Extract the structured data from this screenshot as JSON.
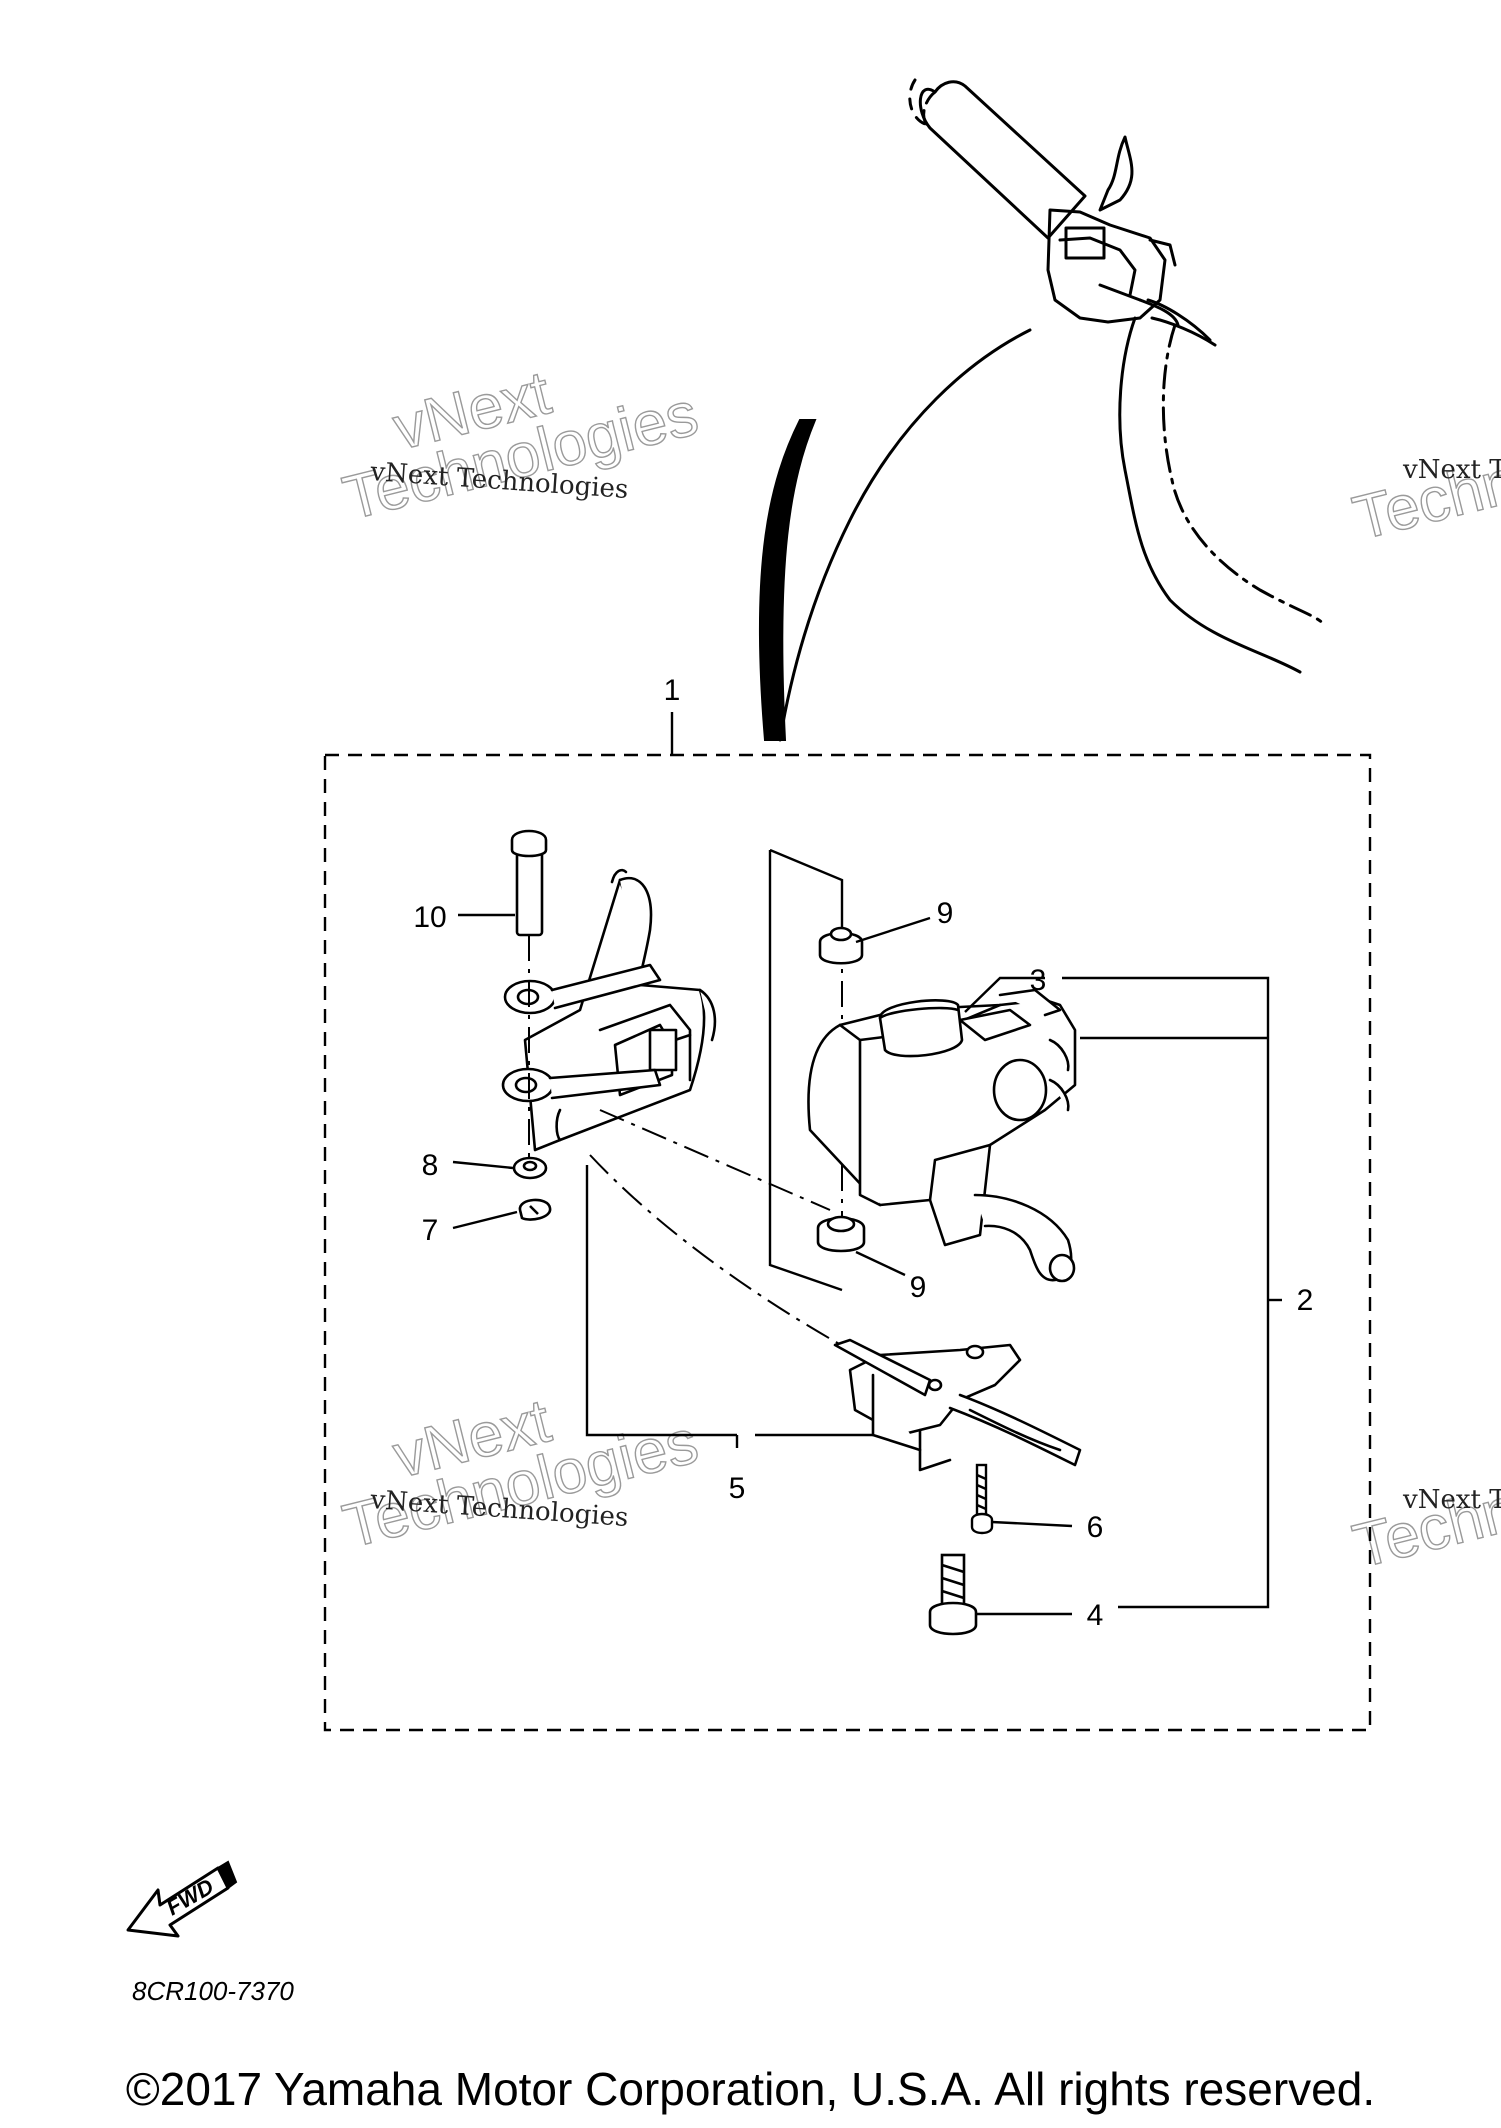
{
  "watermark": {
    "line": "vNext Technologies",
    "outline_top": "vNext",
    "outline_mid": "Technologies",
    "outline_bottom": "Technologies"
  },
  "callouts": [
    "1",
    "2",
    "3",
    "4",
    "5",
    "6",
    "7",
    "8",
    "9",
    "9",
    "10"
  ],
  "fwd_label": "FWD",
  "drawing_code": "8CR100-7370",
  "copyright": "©2017 Yamaha Motor Corporation, U.S.A. All rights reserved."
}
